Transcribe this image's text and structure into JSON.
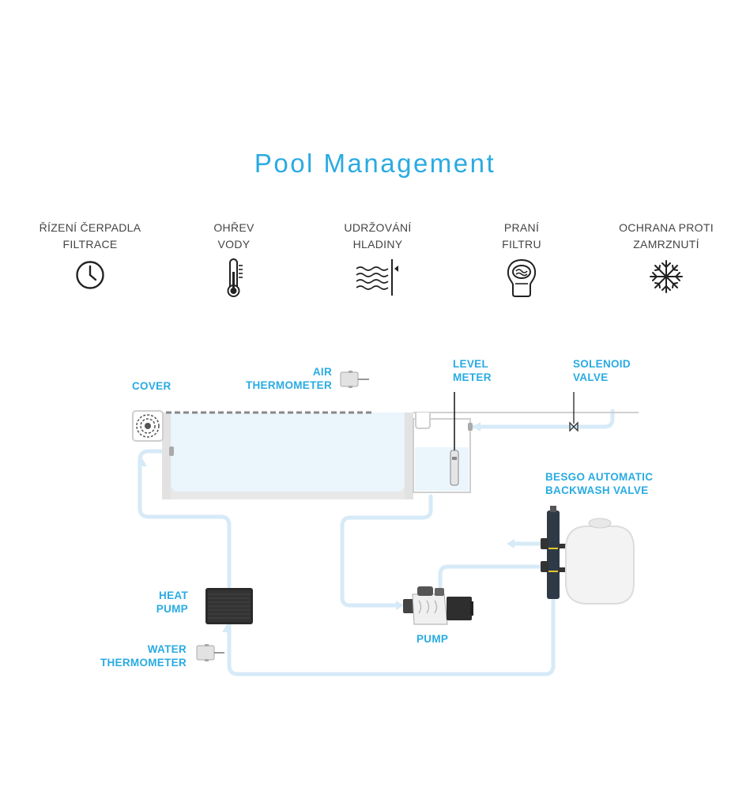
{
  "title": "Pool Management",
  "features": [
    {
      "label": "ŘÍZENÍ ČERPADLA\nFILTRACE",
      "icon": "clock-icon"
    },
    {
      "label": "OHŘEV\nVODY",
      "icon": "thermometer-icon"
    },
    {
      "label": "UDRŽOVÁNÍ\nHLADINY",
      "icon": "water-level-icon"
    },
    {
      "label": "PRANÍ\nFILTRU",
      "icon": "filter-icon"
    },
    {
      "label": "OCHRANA PROTI\nZAMRZNUTÍ",
      "icon": "snowflake-icon"
    }
  ],
  "diagram": {
    "cover": "COVER",
    "air_thermometer": "AIR\nTHERMOMETER",
    "level_meter": "LEVEL\nMETER",
    "solenoid_valve": "SOLENOID\nVALVE",
    "backwash_valve": "BESGO AUTOMATIC\nBACKWASH VALVE",
    "heat_pump": "HEAT\nPUMP",
    "water_thermometer": "WATER\nTHERMOMETER",
    "pump": "PUMP"
  },
  "colors": {
    "accent": "#29ABE2",
    "pipe": "#D6EAF7",
    "water": "#EAF5FC",
    "text": "#444444"
  }
}
